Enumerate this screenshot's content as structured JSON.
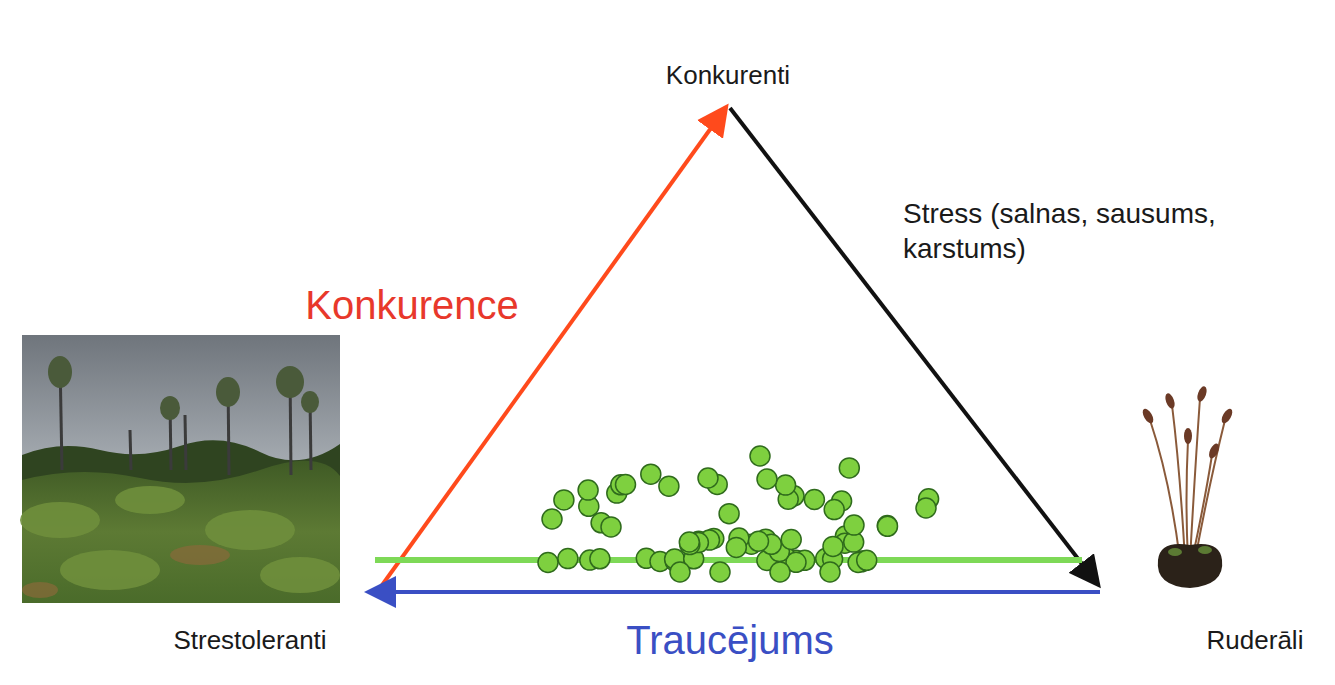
{
  "diagram": {
    "labels": [
      "Konkurenti",
      "Stress (salnas, sausums, karstums)",
      "Konkurence",
      "Strestoleranti",
      "Traucējums",
      "Ruderāli"
    ]
  }
}
